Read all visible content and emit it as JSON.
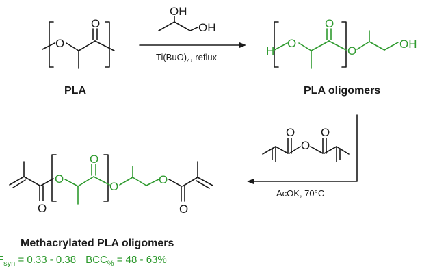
{
  "atoms": {
    "O": "O",
    "OH": "OH",
    "H": "H"
  },
  "reaction1": {
    "reagent_main": "Ti(BuO)",
    "reagent_sub": "4",
    "reagent_tail": ", reflux"
  },
  "reaction2": {
    "conditions": "AcOK, 70°C"
  },
  "labels": {
    "pla": "PLA",
    "oligomers": "PLA oligomers",
    "methacrylated": "Methacrylated PLA oligomers"
  },
  "stats": {
    "f_prefix": "F",
    "f_sub": "syn",
    "f_value": " = 0.33 - 0.38",
    "bcc_prefix": "BCC",
    "bcc_sub": "%",
    "bcc_value": " = 48 - 63%"
  },
  "colors": {
    "green": "#2e9a2e",
    "black": "#1a1a1a"
  }
}
